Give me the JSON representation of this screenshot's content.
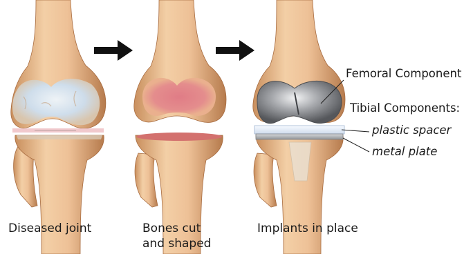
{
  "captions": {
    "diseased": "Diseased joint",
    "cut_line1": "Bones cut",
    "cut_line2": "and shaped",
    "implants": "Implants in place"
  },
  "labels": {
    "femoral": "Femoral Component",
    "tibial": "Tibial Components:",
    "spacer": "plastic spacer",
    "plate": "metal plate"
  },
  "colors": {
    "bone": "#e8b98a",
    "bone_shadow": "#b57a4c",
    "cartilage": "#cfe2f0",
    "cut_surface": "#d96a78",
    "implant_metal": "#8a8c90",
    "spacer": "#e6eef8",
    "arrow": "#111111"
  }
}
